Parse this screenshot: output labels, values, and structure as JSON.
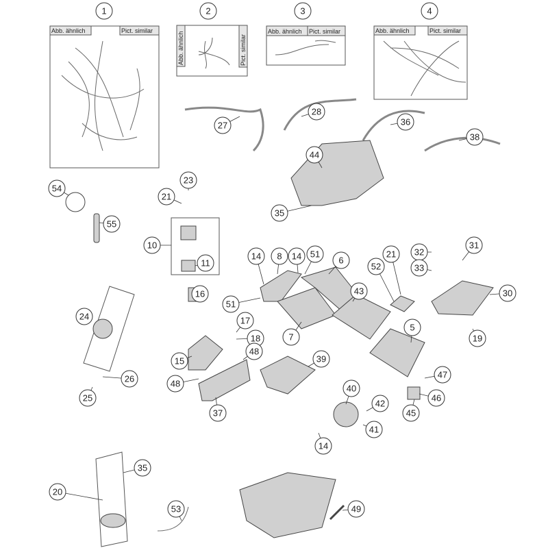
{
  "box_labels": {
    "german": "Abb. ähnlich",
    "english": "Pict. similar"
  },
  "callouts": [
    "1",
    "2",
    "3",
    "4",
    "27",
    "28",
    "36",
    "38",
    "44",
    "35",
    "54",
    "23",
    "21",
    "55",
    "10",
    "11",
    "14",
    "8",
    "14",
    "51",
    "6",
    "21",
    "52",
    "43",
    "32",
    "31",
    "33",
    "30",
    "16",
    "51",
    "17",
    "18",
    "7",
    "5",
    "19",
    "24",
    "15",
    "48",
    "39",
    "48",
    "26",
    "25",
    "37",
    "47",
    "40",
    "42",
    "46",
    "45",
    "41",
    "14",
    "35",
    "20",
    "53",
    "49"
  ],
  "colors": {
    "line": "#333333",
    "part": "#bdbdbd",
    "label_bg": "#e6e6e6"
  }
}
